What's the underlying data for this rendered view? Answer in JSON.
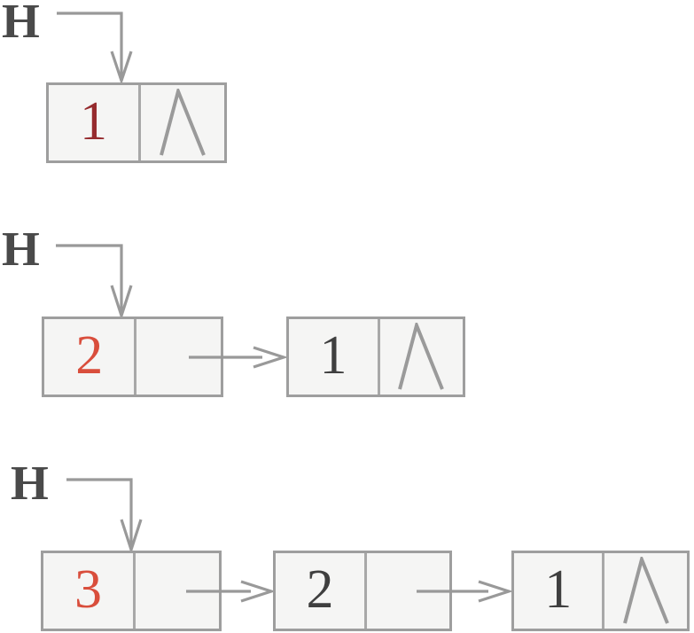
{
  "colors": {
    "head_label": "#4a4a4a",
    "box_border": "#9e9e9e",
    "box_fill": "#f5f5f4",
    "divider": "#a8a8a8",
    "arrow": "#999999",
    "null_marker": "#9a9a9a",
    "value_highlight_dark": "#962b2e",
    "value_highlight": "#d94e3c",
    "value_old": "#3f3f3f"
  },
  "null_symbol": "Λ",
  "stages": [
    {
      "head_label": "H",
      "nodes": [
        {
          "value": "1",
          "next": "null"
        }
      ]
    },
    {
      "head_label": "H",
      "nodes": [
        {
          "value": "2",
          "next": "pointer"
        },
        {
          "value": "1",
          "next": "null"
        }
      ]
    },
    {
      "head_label": "H",
      "nodes": [
        {
          "value": "3",
          "next": "pointer"
        },
        {
          "value": "2",
          "next": "pointer"
        },
        {
          "value": "1",
          "next": "null"
        }
      ]
    }
  ]
}
